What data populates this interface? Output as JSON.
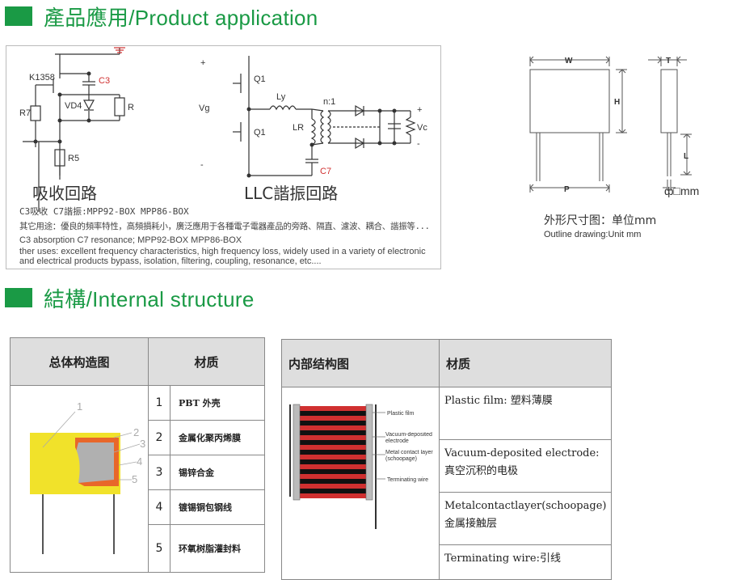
{
  "section1": {
    "title": "產品應用/Product application"
  },
  "section2": {
    "title": "結構/Internal structure"
  },
  "application": {
    "circuit1": {
      "label": "吸收回路",
      "parts": [
        "K1358",
        "C3",
        "R7",
        "VD4",
        "R",
        "R5"
      ]
    },
    "circuit2": {
      "label": "LLC諧振回路",
      "parts": [
        "Q1",
        "Q1",
        "Vg",
        "Ly",
        "n:1",
        "LR",
        "C7",
        "Vc",
        "+",
        "-",
        "+",
        "-",
        "+"
      ]
    },
    "line_cn1": "C3吸收 C7諧振:MPP92-BOX  MPP86-BOX",
    "line_cn2": "其它用途：優良的頻率特性，高頻損耗小，廣泛應用于各種電子電器產品的旁路、隔直、濾波、耦合、諧振等...",
    "line_en1": "C3 absorption C7 resonance; MPP92-BOX  MPP86-BOX",
    "line_en2": "ther uses: excellent frequency characteristics, high frequency loss, widely used in a variety of electronic",
    "line_en3": "and electrical products bypass, isolation, filtering, coupling, resonance, etc...."
  },
  "outline": {
    "labels": {
      "w": "W",
      "t": "T",
      "h": "H",
      "l": "L",
      "p": "P",
      "d": "ф□mm"
    },
    "caption_cn": "外形尺寸图：单位mm",
    "caption_en": "Outline drawing:Unit mm"
  },
  "table1": {
    "header_left": "总体构造图",
    "header_right": "材质",
    "callouts": [
      "1",
      "2",
      "3",
      "4",
      "5"
    ],
    "rows": [
      {
        "num": "1",
        "material": "PBT 外壳"
      },
      {
        "num": "2",
        "material": "金属化聚丙烯膜"
      },
      {
        "num": "3",
        "material": "锡锌合金"
      },
      {
        "num": "4",
        "material": "镀锡铜包钢线"
      },
      {
        "num": "5",
        "material": "环氧树脂灌封料"
      }
    ]
  },
  "table2": {
    "header_left": "内部结构图",
    "header_right": "材质",
    "callouts": [
      "Plastic film",
      "Vacuum-deposited electrode",
      "Metal contact layer (schoopage)",
      "Terminating wire"
    ],
    "rows": [
      {
        "material": "Plastic film: 塑料薄膜"
      },
      {
        "material": "Vacuum-deposited electrode: 真空沉积的电极"
      },
      {
        "material": "Metalcontactlayer(schoopage) 金属接触层"
      },
      {
        "material": "Terminating wire:引线"
      }
    ]
  },
  "colors": {
    "accent": "#1a9a45",
    "red": "#d03030",
    "yellow": "#f1e22a",
    "orange": "#e8672a",
    "grey": "#b0b0b0"
  }
}
